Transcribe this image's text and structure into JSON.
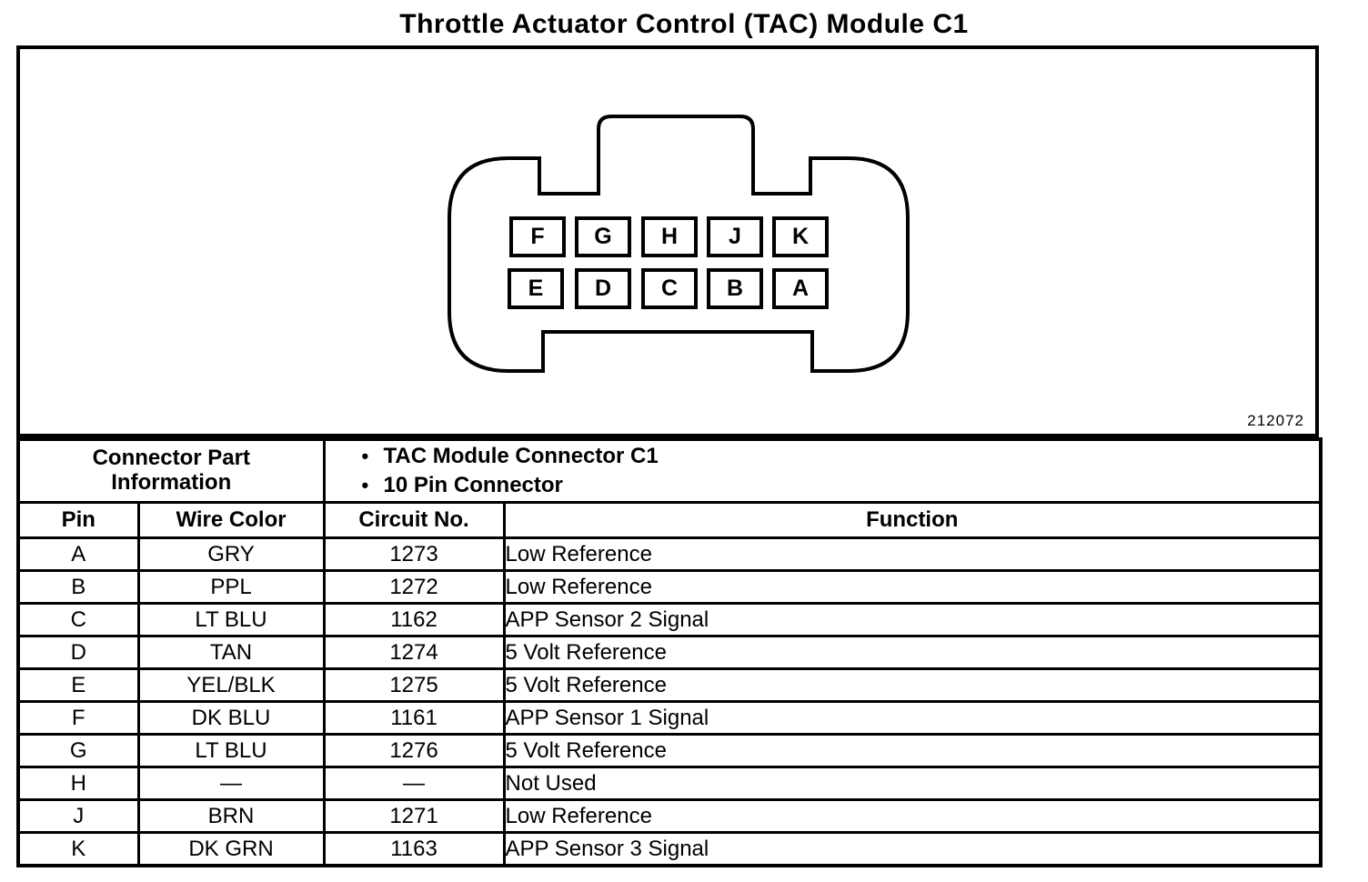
{
  "title": "Throttle Actuator Control (TAC) Module C1",
  "figure": {
    "number": "212072",
    "connector": {
      "pins_top": [
        "F",
        "G",
        "H",
        "J",
        "K"
      ],
      "pins_bottom": [
        "E",
        "D",
        "C",
        "B",
        "A"
      ]
    }
  },
  "info_header": {
    "label_line1": "Connector Part",
    "label_line2": "Information",
    "bullet_glyph": "•",
    "bullets": [
      "TAC Module Connector C1",
      "10 Pin Connector"
    ]
  },
  "table": {
    "headers": [
      "Pin",
      "Wire Color",
      "Circuit No.",
      "Function"
    ],
    "rows": [
      {
        "pin": "A",
        "wire_color": "GRY",
        "circuit_no": "1273",
        "function": "Low Reference"
      },
      {
        "pin": "B",
        "wire_color": "PPL",
        "circuit_no": "1272",
        "function": "Low Reference"
      },
      {
        "pin": "C",
        "wire_color": "LT BLU",
        "circuit_no": "1162",
        "function": "APP Sensor 2 Signal"
      },
      {
        "pin": "D",
        "wire_color": "TAN",
        "circuit_no": "1274",
        "function": "5 Volt Reference"
      },
      {
        "pin": "E",
        "wire_color": "YEL/BLK",
        "circuit_no": "1275",
        "function": "5 Volt Reference"
      },
      {
        "pin": "F",
        "wire_color": "DK BLU",
        "circuit_no": "1161",
        "function": "APP Sensor 1 Signal"
      },
      {
        "pin": "G",
        "wire_color": "LT BLU",
        "circuit_no": "1276",
        "function": "5 Volt Reference"
      },
      {
        "pin": "H",
        "wire_color": "—",
        "circuit_no": "—",
        "function": "Not Used"
      },
      {
        "pin": "J",
        "wire_color": "BRN",
        "circuit_no": "1271",
        "function": "Low Reference"
      },
      {
        "pin": "K",
        "wire_color": "DK GRN",
        "circuit_no": "1163",
        "function": "APP Sensor 3 Signal"
      }
    ]
  },
  "colors": {
    "ink": "#000000",
    "paper": "#ffffff"
  }
}
